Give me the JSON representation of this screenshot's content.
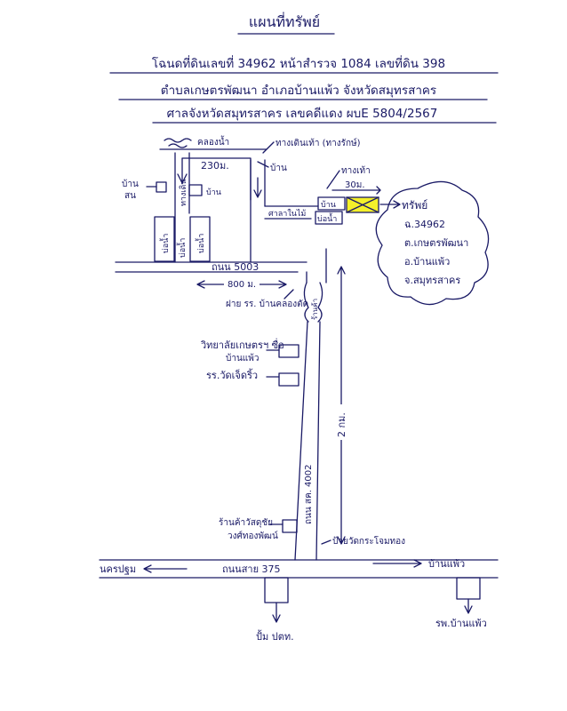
{
  "title": "แผนที่ทรัพย์",
  "header": {
    "line1": "โฉนดที่ดินเลขที่ 34962   หน้าสำรวจ 1084   เลขที่ดิน 398",
    "line2": "ตำบลเกษตรพัฒนา  อำเภอบ้านแพ้ว  จังหวัดสมุทรสาคร",
    "line3": "ศาลจังหวัดสมุทรสาคร  เลขคดีแดง ผบE 5804/2567"
  },
  "labels": {
    "canal": "คลองน้ำ",
    "walkway_top": "ทางเดินเท้า (ทางรักษ์)",
    "house_top": "บ้าน",
    "distance_230": "230ม.",
    "walkway_lower": "ทางเท้า",
    "distance_30": "30ม.",
    "house_left": "บ้าน",
    "house_left_sub": "สน",
    "walkway_vertical": "ทางเดิน",
    "house_mid": "บ้าน",
    "temple_gate_left": "ศาลาในไม้",
    "house_right": "บ้าน",
    "pond_right": "บ่อน้ำ",
    "pond_1": "บ่อน้ำ",
    "pond_2": "บ่อน้ำ",
    "pond_3": "บ่อน้ำ",
    "road_5003": "ถนน 5003",
    "distance_800": "800 ม.",
    "school_banklongtoei": "ฝาย รร. บ้านคลองตัด",
    "canal_side": "ร้านค้า",
    "college": "วิทยาลัยเกษตรฯ ซื่อ",
    "college_sub": "บ้านแพ้ว",
    "school_watcherd": "รร.วัดเจ็ดริ้ว",
    "distance_2km": "2 กม.",
    "road_4002": "ถนน สค. 4002",
    "shop": "ร้านค้าวัสดุชัย",
    "shop_sub": "วงศ์ทองพัฒน์",
    "temple_sign": "ป้ายวัดกระโจมทอง",
    "nakhon_pathom": "นครปฐม",
    "road_375": "ถนนสาย 375",
    "ban_phaeo": "บ้านแพ้ว",
    "gas_station": "ปั้ม ปตท.",
    "hospital": "รพ.บ้านแพ้ว"
  },
  "property": {
    "title": "ทรัพย์",
    "deed": "ฉ.34962",
    "subdistrict": "ต.เกษตรพัฒนา",
    "district": "อ.บ้านแพ้ว",
    "province": "จ.สมุทรสาคร"
  },
  "colors": {
    "ink": "#1a1a66",
    "highlight": "#f4f02a",
    "paper": "#ffffff"
  }
}
